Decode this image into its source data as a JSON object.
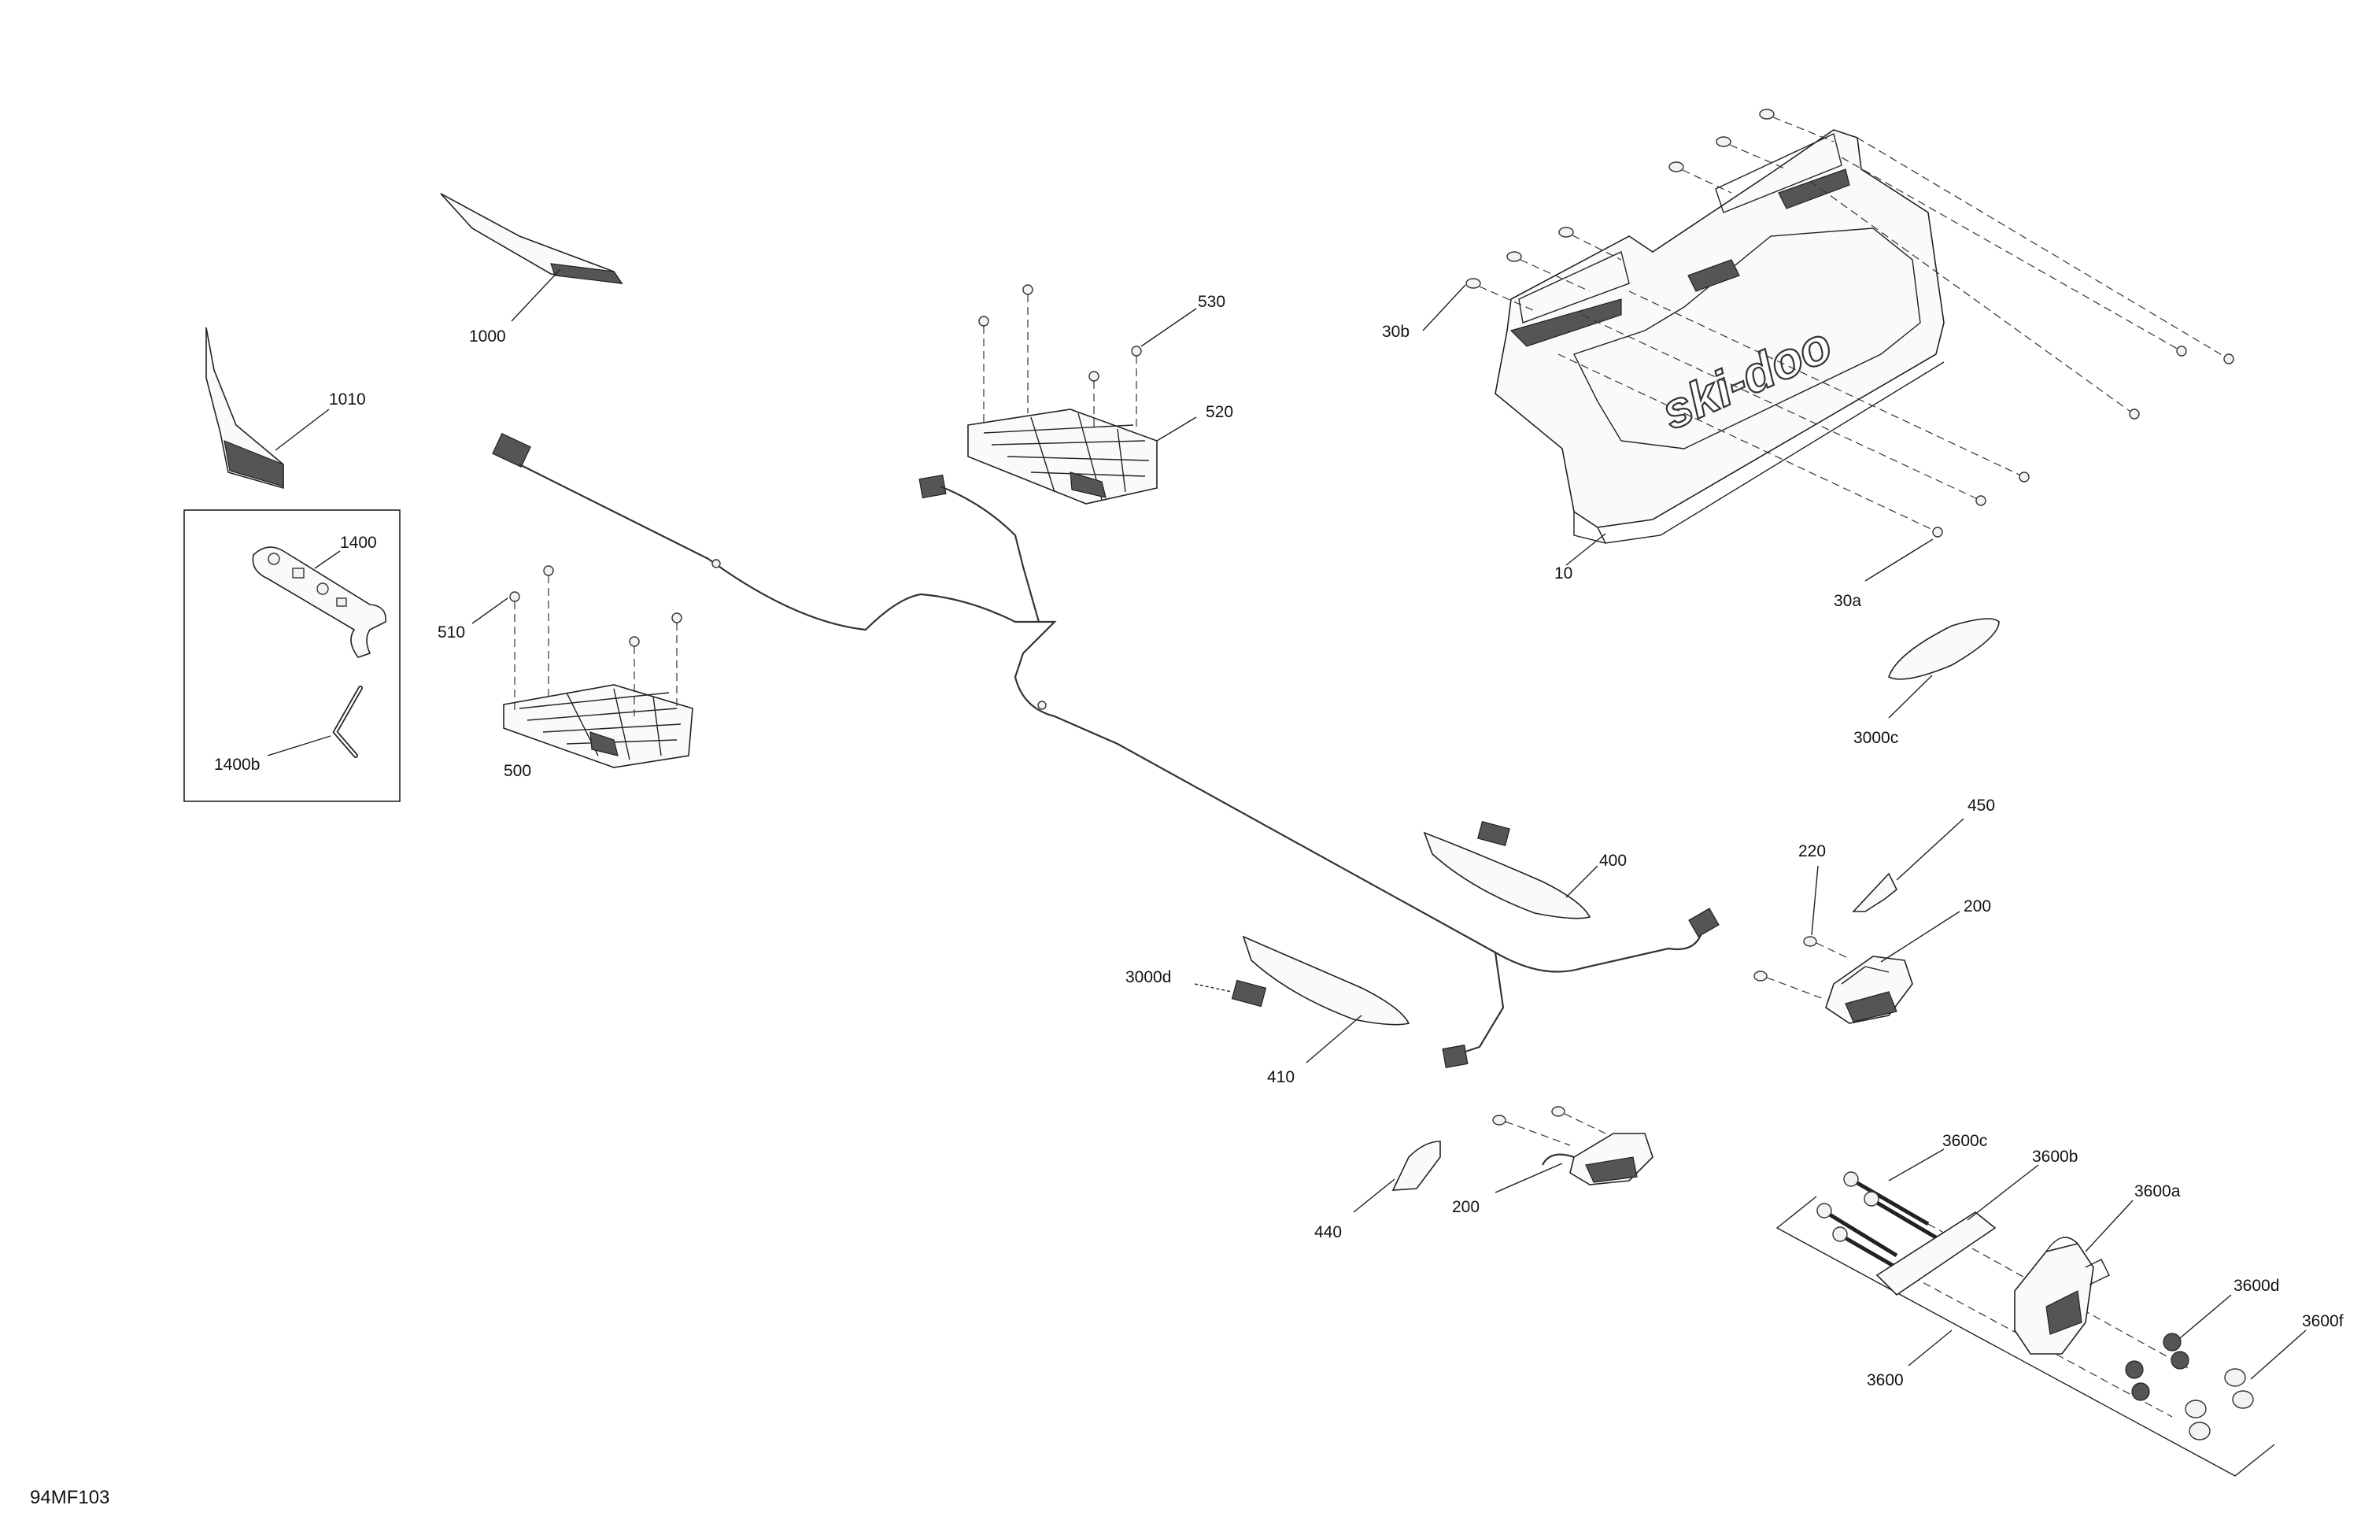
{
  "drawing_code": "94MF103",
  "brand_mark": "ski-doo",
  "callouts": [
    {
      "id": "c1000",
      "text": "1000"
    },
    {
      "id": "c1010",
      "text": "1010"
    },
    {
      "id": "c1400",
      "text": "1400"
    },
    {
      "id": "c1400b",
      "text": "1400b"
    },
    {
      "id": "c510",
      "text": "510"
    },
    {
      "id": "c500",
      "text": "500"
    },
    {
      "id": "c530",
      "text": "530"
    },
    {
      "id": "c520",
      "text": "520"
    },
    {
      "id": "c30b",
      "text": "30b"
    },
    {
      "id": "c10",
      "text": "10"
    },
    {
      "id": "c30a",
      "text": "30a"
    },
    {
      "id": "c3000c",
      "text": "3000c"
    },
    {
      "id": "c400",
      "text": "400"
    },
    {
      "id": "c450",
      "text": "450"
    },
    {
      "id": "c220",
      "text": "220"
    },
    {
      "id": "c200a",
      "text": "200"
    },
    {
      "id": "c3000d",
      "text": "3000d"
    },
    {
      "id": "c410",
      "text": "410"
    },
    {
      "id": "c440",
      "text": "440"
    },
    {
      "id": "c200b",
      "text": "200"
    },
    {
      "id": "c3600c",
      "text": "3600c"
    },
    {
      "id": "c3600b",
      "text": "3600b"
    },
    {
      "id": "c3600a",
      "text": "3600a"
    },
    {
      "id": "c3600d",
      "text": "3600d"
    },
    {
      "id": "c3600f",
      "text": "3600f"
    },
    {
      "id": "c3600",
      "text": "3600"
    }
  ]
}
